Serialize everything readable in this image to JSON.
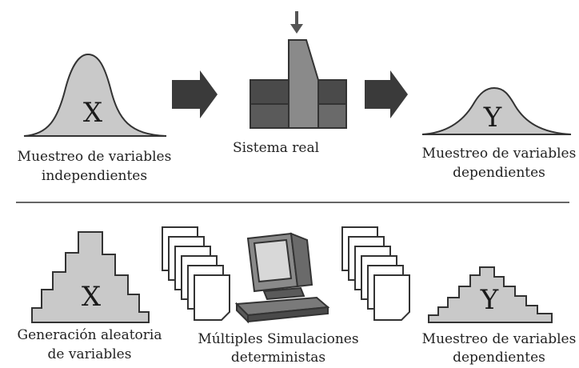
{
  "top": {
    "input_variable": "X",
    "input_label_line1": "Muestreo de variables",
    "input_label_line2": "independientes",
    "system_label": "Sistema real",
    "output_variable": "Y",
    "output_label_line1": "Muestreo de variables",
    "output_label_line2": "dependientes"
  },
  "bottom": {
    "input_variable": "X",
    "input_label_line1": "Generación aleatoria",
    "input_label_line2": "de variables",
    "sim_label_line1": "Múltiples Simulaciones",
    "sim_label_line2": "deterministas",
    "output_variable": "Y",
    "output_label_line1": "Muestreo de variables",
    "output_label_line2": "dependientes"
  },
  "colors": {
    "fill_gray": "#c9c9c9",
    "dark_gray": "#4a4a4a",
    "mid_gray": "#7a7a7a",
    "outline": "#333333"
  },
  "icons": [
    "bell-curve-x",
    "right-arrow",
    "real-system",
    "right-arrow",
    "bell-curve-y",
    "histogram-x",
    "document-stack",
    "computer",
    "document-stack",
    "histogram-y"
  ]
}
